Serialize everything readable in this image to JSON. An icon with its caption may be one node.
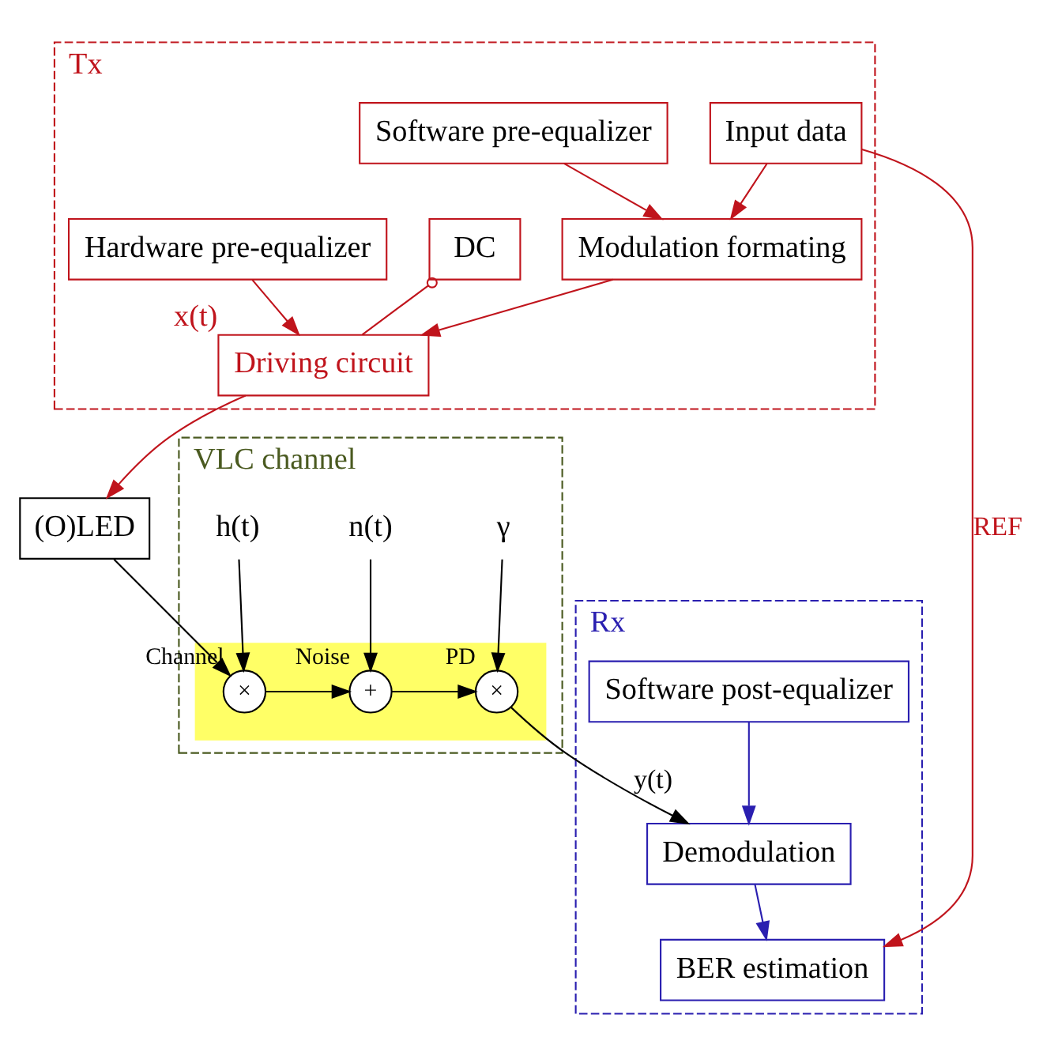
{
  "diagram": {
    "nodes": [
      {
        "text": [
          "Tx"
        ]
      },
      {
        "text": [
          "Software pre-equalizer"
        ],
        "in": 0
      },
      {
        "text": [
          "Input data"
        ],
        "in": 0
      },
      {
        "text": [
          "Modulation formating"
        ],
        "in": 0
      },
      {
        "text": [
          "DC"
        ],
        "in": 0
      },
      {
        "text": [
          "Driving circuit"
        ],
        "in": 0,
        "beside": [
          "x(t)"
        ]
      },
      {
        "text": [
          "Hardware pre-equalizer"
        ],
        "in": 0
      },
      {
        "text": [
          "VLC channel"
        ]
      },
      {
        "text": [],
        "shape": "band",
        "in": 7
      },
      {
        "text": [
          "×"
        ],
        "in": 8,
        "beside": [
          "PD"
        ]
      },
      {
        "text": [
          "+"
        ],
        "in": 8,
        "beside": [
          "Noise"
        ]
      },
      {
        "text": [
          "×"
        ],
        "in": 8,
        "beside": [
          "Channel"
        ]
      },
      {
        "text": [
          "γ"
        ],
        "in": 7
      },
      {
        "text": [
          "n(t)"
        ],
        "in": 7
      },
      {
        "text": [
          "h(t)"
        ],
        "in": 7
      },
      {
        "text": [
          "(O)LED"
        ]
      },
      {
        "text": [
          "Rx"
        ]
      },
      {
        "text": [
          "Demodulation"
        ],
        "in": 16
      },
      {
        "text": [
          "BER estimation"
        ],
        "in": 16
      },
      {
        "text": [
          "Software post-equalizer"
        ],
        "in": 16
      }
    ],
    "edges": [
      {
        "from": 1,
        "to": 3,
        "arrow": "to"
      },
      {
        "from": 2,
        "to": 3,
        "arrow": "to"
      },
      {
        "from": 3,
        "to": 5,
        "arrow": "to"
      },
      {
        "from": 4,
        "to": 5,
        "arrow": "other"
      },
      {
        "from": 6,
        "to": 5,
        "arrow": "to"
      },
      {
        "from": 5,
        "to": 15,
        "arrow": "to"
      },
      {
        "from": 15,
        "to": 11,
        "arrow": "to",
        "color": "#000000"
      },
      {
        "from": 11,
        "to": 10,
        "arrow": "to",
        "color": "#000000"
      },
      {
        "from": 10,
        "to": 9,
        "arrow": "to",
        "color": "#000000"
      },
      {
        "from": 14,
        "to": 11,
        "arrow": "to",
        "color": "#000000"
      },
      {
        "from": 13,
        "to": 10,
        "arrow": "to",
        "color": "#000000"
      },
      {
        "from": 12,
        "to": 9,
        "arrow": "to",
        "color": "#000000"
      },
      {
        "from": 9,
        "to": 17,
        "arrow": "to",
        "label": "y(t)",
        "color": "#000000"
      },
      {
        "from": 19,
        "to": 17,
        "arrow": "to",
        "color": "#2a1fb0"
      },
      {
        "from": 17,
        "to": 18,
        "arrow": "to",
        "color": "#2a1fb0"
      },
      {
        "from": 2,
        "to": 18,
        "arrow": "to",
        "label": "REF"
      }
    ]
  }
}
